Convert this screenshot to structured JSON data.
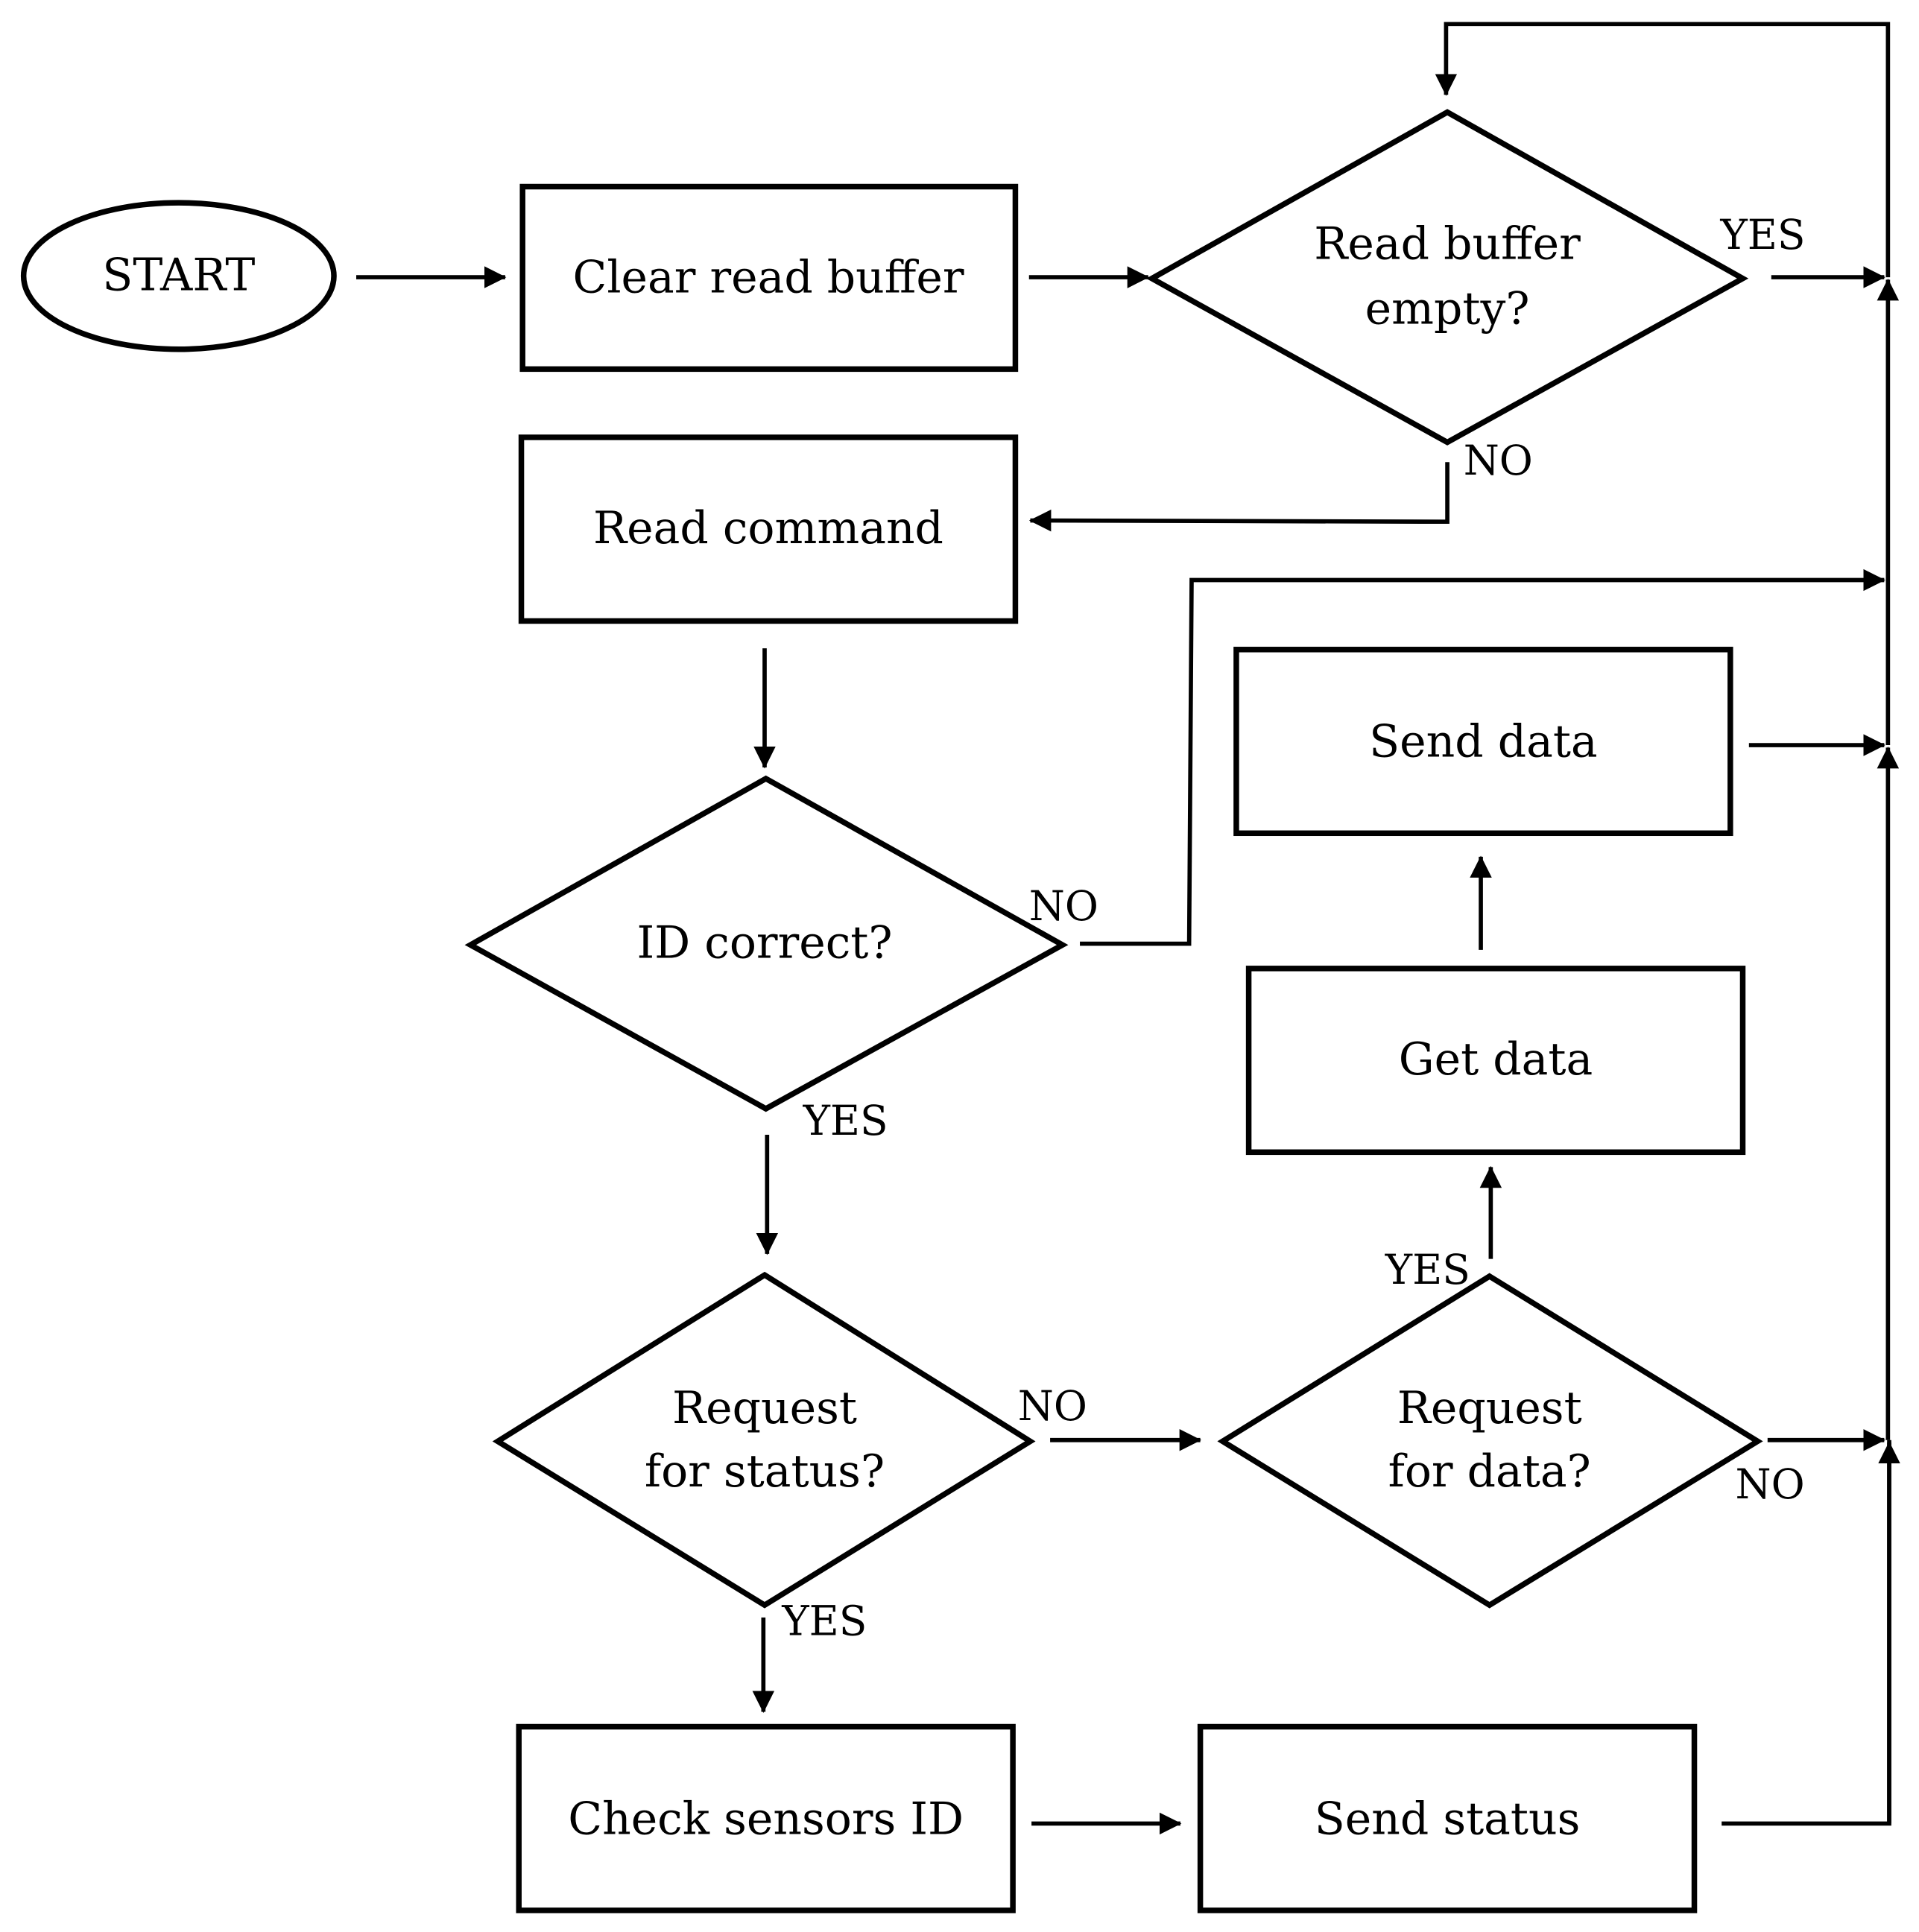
{
  "nodes": {
    "start": {
      "shape": "ellipse",
      "label": "START"
    },
    "clear_read_buffer": {
      "shape": "rect",
      "label": "Clear read buffer"
    },
    "read_buffer_empty": {
      "shape": "diamond",
      "lines": [
        "Read buffer",
        "empty?"
      ]
    },
    "read_command": {
      "shape": "rect",
      "label": "Read command"
    },
    "id_correct": {
      "shape": "diamond",
      "lines": [
        "ID correct?"
      ]
    },
    "request_for_status": {
      "shape": "diamond",
      "lines": [
        "Request",
        "for status?"
      ]
    },
    "request_for_data": {
      "shape": "diamond",
      "lines": [
        "Request",
        "for data?"
      ]
    },
    "get_data": {
      "shape": "rect",
      "label": "Get data"
    },
    "send_data": {
      "shape": "rect",
      "label": "Send data"
    },
    "check_sensors_id": {
      "shape": "rect",
      "label": "Check sensors ID"
    },
    "send_status": {
      "shape": "rect",
      "label": "Send status"
    }
  },
  "edges": [
    {
      "from": "start",
      "to": "clear_read_buffer",
      "label": ""
    },
    {
      "from": "clear_read_buffer",
      "to": "read_buffer_empty",
      "label": ""
    },
    {
      "from": "read_buffer_empty",
      "to": "loop_back_line",
      "label": "YES"
    },
    {
      "from": "read_buffer_empty",
      "to": "read_command",
      "label": "NO"
    },
    {
      "from": "read_command",
      "to": "id_correct",
      "label": ""
    },
    {
      "from": "id_correct",
      "to": "loop_back_line",
      "label": "NO"
    },
    {
      "from": "id_correct",
      "to": "request_for_status",
      "label": "YES"
    },
    {
      "from": "request_for_status",
      "to": "request_for_data",
      "label": "NO"
    },
    {
      "from": "request_for_status",
      "to": "check_sensors_id",
      "label": "YES"
    },
    {
      "from": "request_for_data",
      "to": "get_data",
      "label": "YES"
    },
    {
      "from": "request_for_data",
      "to": "loop_back_line",
      "label": "NO"
    },
    {
      "from": "get_data",
      "to": "send_data",
      "label": ""
    },
    {
      "from": "send_data",
      "to": "loop_back_line",
      "label": ""
    },
    {
      "from": "check_sensors_id",
      "to": "send_status",
      "label": ""
    },
    {
      "from": "send_status",
      "to": "loop_back_line",
      "label": ""
    },
    {
      "from": "loop_back_line",
      "to": "read_buffer_empty",
      "label": ""
    }
  ],
  "edge_labels": {
    "buffer_yes": "YES",
    "buffer_no": "NO",
    "id_no": "NO",
    "id_yes": "YES",
    "status_no": "NO",
    "status_yes": "YES",
    "data_yes": "YES",
    "data_no": "NO"
  }
}
